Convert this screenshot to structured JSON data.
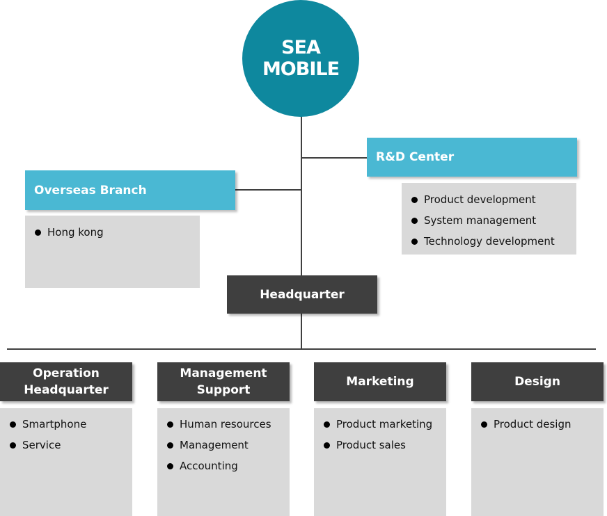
{
  "center": {
    "line1": "SEA",
    "line2": "MOBILE"
  },
  "rd_center": {
    "title": "R&D Center",
    "items": [
      "Product development",
      "System management",
      "Technology development"
    ]
  },
  "overseas": {
    "title": "Overseas Branch",
    "items": [
      "Hong kong"
    ]
  },
  "headquarter": {
    "title": "Headquarter"
  },
  "departments": [
    {
      "title": "Operation Headquarter",
      "items": [
        "Smartphone",
        "Service"
      ]
    },
    {
      "title": "Management Support",
      "items": [
        "Human resources",
        "Management",
        "Accounting"
      ]
    },
    {
      "title": "Marketing",
      "items": [
        "Product marketing",
        "Product sales"
      ]
    },
    {
      "title": "Design",
      "items": [
        "Product design"
      ]
    }
  ],
  "colors": {
    "circle": "#0e889e",
    "cyan_header": "#4ab8d3",
    "dark_header": "#3f3f3f",
    "gray_box": "#d9d9d9"
  }
}
